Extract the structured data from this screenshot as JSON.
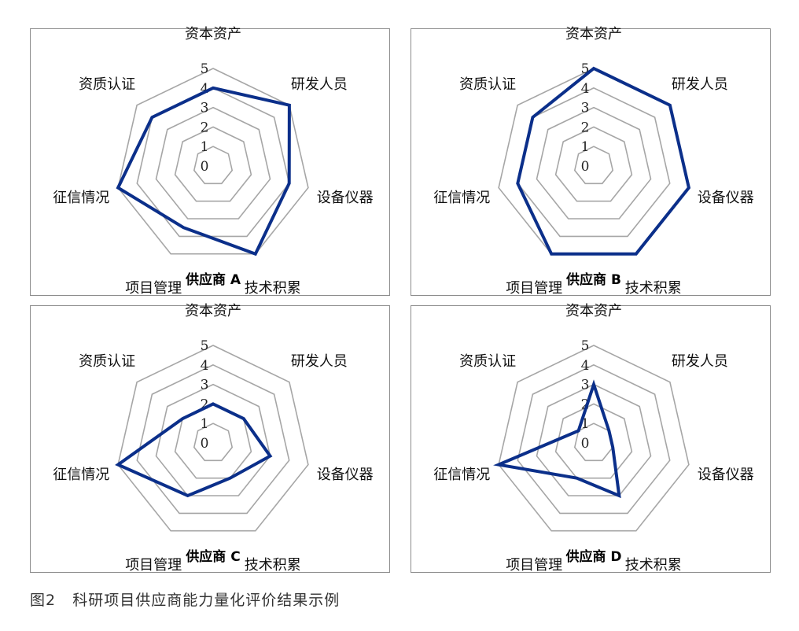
{
  "caption": "图2   科研项目供应商能力量化评价结果示例",
  "style": {
    "series_color": "#0b2f8a",
    "grid_color": "#a6a6a6",
    "border_color": "#8c8c8c"
  },
  "chart_data": [
    {
      "type": "radar",
      "title": "供应商 A",
      "axes": [
        "资本资产",
        "研发人员",
        "设备仪器",
        "技术积累",
        "项目管理",
        "征信情况",
        "资质认证"
      ],
      "rlim": [
        0,
        5
      ],
      "ticks": [
        "0",
        "1",
        "2",
        "3",
        "4",
        "5"
      ],
      "grid": true,
      "values": [
        4,
        5,
        4,
        5,
        3.5,
        5,
        4
      ]
    },
    {
      "type": "radar",
      "title": "供应商 B",
      "axes": [
        "资本资产",
        "研发人员",
        "设备仪器",
        "技术积累",
        "项目管理",
        "征信情况",
        "资质认证"
      ],
      "rlim": [
        0,
        5
      ],
      "ticks": [
        "0",
        "1",
        "2",
        "3",
        "4",
        "5"
      ],
      "grid": true,
      "values": [
        5,
        5,
        5,
        5,
        5,
        4,
        4
      ]
    },
    {
      "type": "radar",
      "title": "供应商 C",
      "axes": [
        "资本资产",
        "研发人员",
        "设备仪器",
        "技术积累",
        "项目管理",
        "征信情况",
        "资质认证"
      ],
      "rlim": [
        0,
        5
      ],
      "ticks": [
        "0",
        "1",
        "2",
        "3",
        "4",
        "5"
      ],
      "grid": true,
      "values": [
        2,
        2,
        3,
        2,
        3,
        5,
        2
      ]
    },
    {
      "type": "radar",
      "title": "供应商 D",
      "axes": [
        "资本资产",
        "研发人员",
        "设备仪器",
        "技术积累",
        "项目管理",
        "征信情况",
        "资质认证"
      ],
      "rlim": [
        0,
        5
      ],
      "ticks": [
        "0",
        "1",
        "2",
        "3",
        "4",
        "5"
      ],
      "grid": true,
      "values": [
        3,
        1,
        1,
        3,
        2,
        5,
        1
      ]
    }
  ]
}
